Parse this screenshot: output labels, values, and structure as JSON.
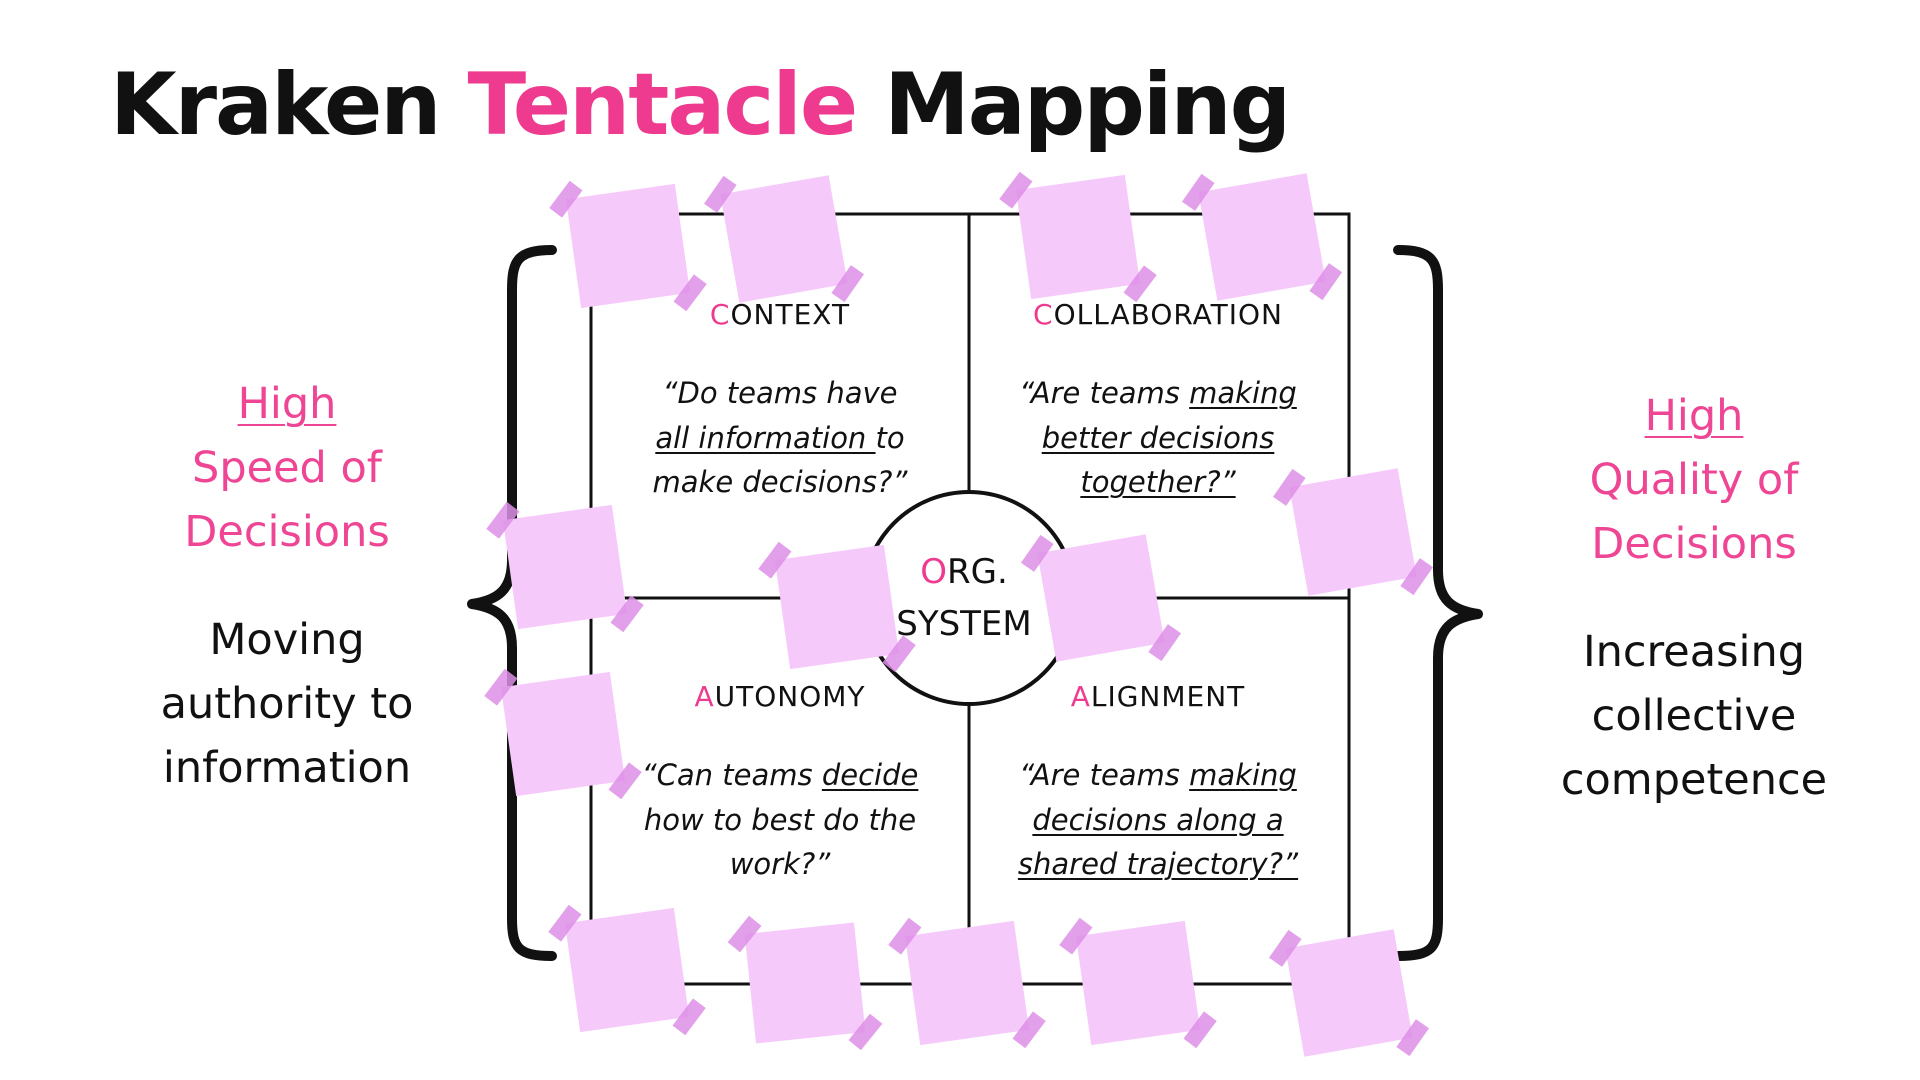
{
  "title": {
    "part1": "Kraken",
    "part2": "Tentacle",
    "part3": "Mapping"
  },
  "left": {
    "high": "High",
    "line2": "Speed of",
    "line3": "Decisions",
    "desc1": "Moving",
    "desc2": "authority to",
    "desc3": "information"
  },
  "right": {
    "high": "High",
    "line2": "Quality of",
    "line3": "Decisions",
    "desc1": "Increasing",
    "desc2": "collective",
    "desc3": "competence"
  },
  "quadrants": {
    "context": {
      "first": "C",
      "rest": "ONTEXT",
      "q1": "“Do teams have",
      "q2u": "all information ",
      "q2": "to",
      "q3": "make decisions?”"
    },
    "collaboration": {
      "first": "C",
      "rest": "OLLABORATION",
      "q1a": "“Are teams ",
      "q1u": "making",
      "q2u": "better decisions",
      "q3u": "together?”"
    },
    "autonomy": {
      "first": "A",
      "rest": "UTONOMY",
      "q1a": "“Can teams ",
      "q1u": "decide",
      "q2": "how to best do the",
      "q3": "work?”"
    },
    "alignment": {
      "first": "A",
      "rest": "LIGNMENT",
      "q1a": "“Are teams ",
      "q1u": "making",
      "q2u": "decisions along a",
      "q3u": "shared trajectory?”"
    }
  },
  "center": {
    "first": "O",
    "rest": "RG.",
    "line2": "SYSTEM"
  },
  "colors": {
    "accent": "#ee3b8f",
    "sticky_note": "#f6c9fb",
    "sticky_tape": "#de8fe6",
    "lines": "#111111"
  }
}
